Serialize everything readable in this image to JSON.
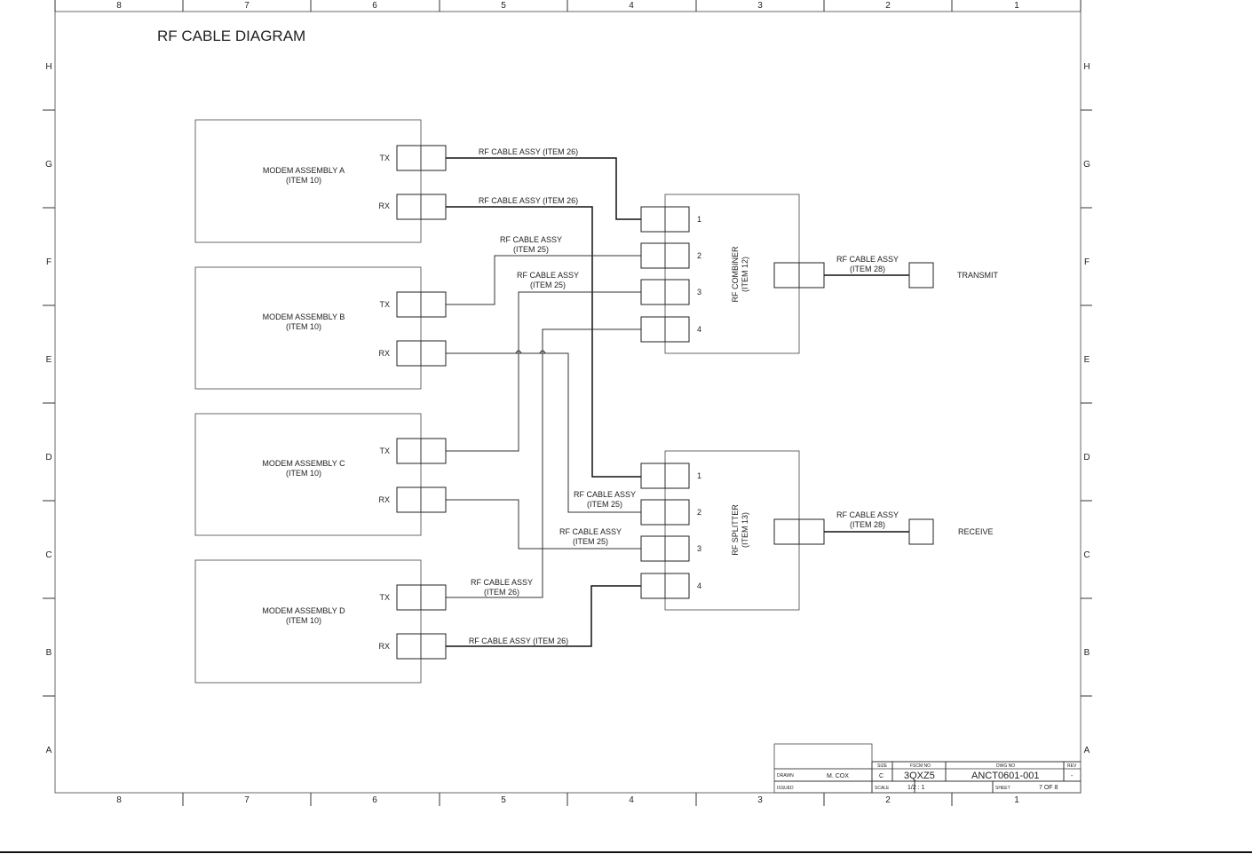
{
  "title": "RF CABLE DIAGRAM",
  "frame": {
    "columns": [
      "8",
      "7",
      "6",
      "5",
      "4",
      "3",
      "2",
      "1"
    ],
    "rows": [
      "H",
      "G",
      "F",
      "E",
      "D",
      "C",
      "B",
      "A"
    ]
  },
  "modems": [
    {
      "name": "MODEM ASSEMBLY A",
      "item": "(ITEM 10)",
      "tx": "TX",
      "rx": "RX"
    },
    {
      "name": "MODEM ASSEMBLY B",
      "item": "(ITEM 10)",
      "tx": "TX",
      "rx": "RX"
    },
    {
      "name": "MODEM ASSEMBLY C",
      "item": "(ITEM 10)",
      "tx": "TX",
      "rx": "RX"
    },
    {
      "name": "MODEM ASSEMBLY D",
      "item": "(ITEM 10)",
      "tx": "TX",
      "rx": "RX"
    }
  ],
  "combiner": {
    "name": "RF COMBINER",
    "item": "(ITEM 12)",
    "ports": [
      "1",
      "2",
      "3",
      "4"
    ]
  },
  "splitter": {
    "name": "RF SPLITTER",
    "item": "(ITEM 13)",
    "ports": [
      "1",
      "2",
      "3",
      "4"
    ]
  },
  "cable_labels": [
    "RF CABLE ASSY (ITEM 26)",
    "RF CABLE ASSY (ITEM 26)",
    "RF CABLE ASSY",
    "(ITEM 25)",
    "RF CABLE ASSY",
    "(ITEM 25)",
    "RF CABLE ASSY",
    "(ITEM 28)",
    "RF CABLE ASSY",
    "(ITEM 25)",
    "RF CABLE ASSY",
    "(ITEM 25)",
    "RF CABLE ASSY",
    "(ITEM 28)",
    "RF CABLE ASSY",
    "(ITEM 26)",
    "RF CABLE ASSY (ITEM 26)"
  ],
  "outputs": {
    "transmit": "TRANSMIT",
    "receive": "RECEIVE"
  },
  "title_block": {
    "drawn_label": "DRAWN",
    "drawn_by": "M. COX",
    "issued_label": "ISSUED",
    "size_label": "SIZE",
    "size": "C",
    "fscm_label": "FSCM NO",
    "fscm": "3QXZ5",
    "dwg_label": "DWG NO",
    "dwg": "ANCT0601-001",
    "rev_label": "REV",
    "rev": "-",
    "scale_label": "SCALE",
    "scale": "1/2 : 1",
    "sheet_label": "SHEET",
    "sheet": "7 OF 8"
  }
}
